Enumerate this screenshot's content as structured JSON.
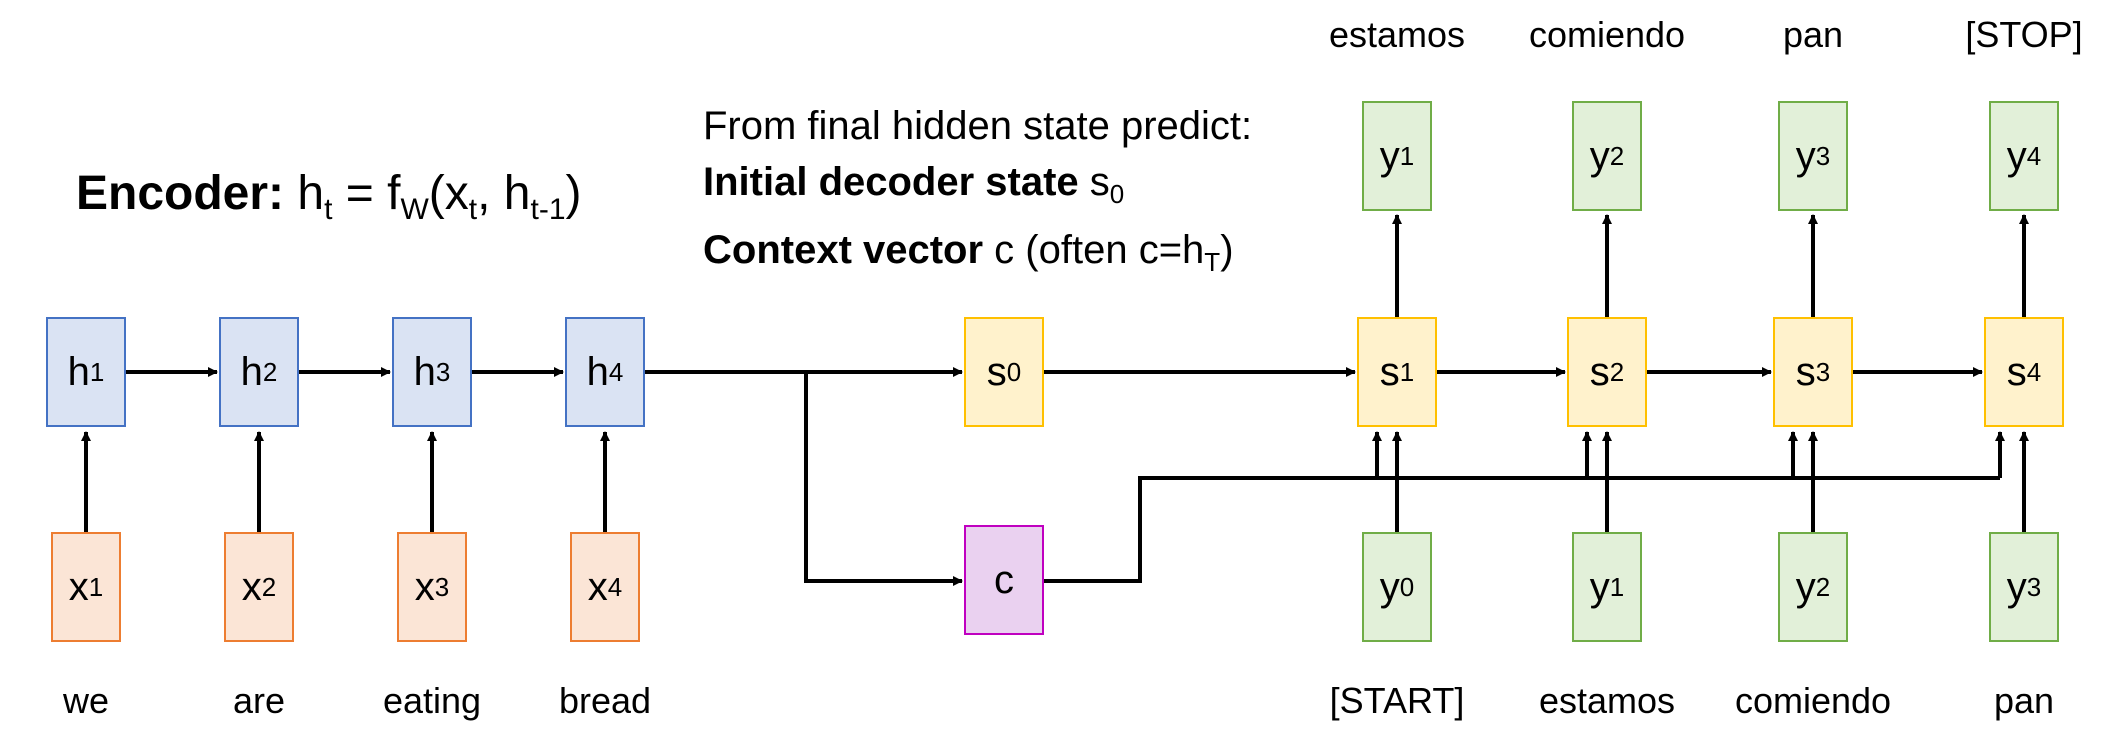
{
  "encoder_heading": {
    "label": "Encoder:",
    "eq_h": "h",
    "eq_h_sub": "t",
    "eq_mid": " = f",
    "eq_f_sub": "W",
    "eq_args": "(x",
    "eq_x_sub": "t",
    "eq_comma": ", h",
    "eq_prev_sub": "t-1",
    "eq_close": ")"
  },
  "note": {
    "line1": "From final hidden state predict:",
    "line2_bold": "Initial decoder state",
    "line2_var": " s",
    "line2_sub": "0",
    "line3_bold": "Context vector",
    "line3_pre": " c (often c=h",
    "line3_sub": "T",
    "line3_post": ")"
  },
  "encoder": {
    "hidden": [
      {
        "var": "h",
        "sub": "1"
      },
      {
        "var": "h",
        "sub": "2"
      },
      {
        "var": "h",
        "sub": "3"
      },
      {
        "var": "h",
        "sub": "4"
      }
    ],
    "inputs": [
      {
        "var": "x",
        "sub": "1"
      },
      {
        "var": "x",
        "sub": "2"
      },
      {
        "var": "x",
        "sub": "3"
      },
      {
        "var": "x",
        "sub": "4"
      }
    ],
    "words": [
      "we",
      "are",
      "eating",
      "bread"
    ]
  },
  "s0": {
    "var": "s",
    "sub": "0"
  },
  "context": {
    "var": "c"
  },
  "decoder": {
    "states": [
      {
        "var": "s",
        "sub": "1"
      },
      {
        "var": "s",
        "sub": "2"
      },
      {
        "var": "s",
        "sub": "3"
      },
      {
        "var": "s",
        "sub": "4"
      }
    ],
    "outputs": [
      {
        "var": "y",
        "sub": "1"
      },
      {
        "var": "y",
        "sub": "2"
      },
      {
        "var": "y",
        "sub": "3"
      },
      {
        "var": "y",
        "sub": "4"
      }
    ],
    "output_words": [
      "estamos",
      "comiendo",
      "pan",
      "[STOP]"
    ],
    "inputs": [
      {
        "var": "y",
        "sub": "0"
      },
      {
        "var": "y",
        "sub": "1"
      },
      {
        "var": "y",
        "sub": "2"
      },
      {
        "var": "y",
        "sub": "3"
      }
    ],
    "input_words": [
      "[START]",
      "estamos",
      "comiendo",
      "pan"
    ]
  },
  "colors": {
    "encoder_hidden": "#dae3f3",
    "encoder_input": "#fbe5d6",
    "decoder_state": "#fff2cc",
    "decoder_token": "#e2f0d9",
    "context": "#ead1f0"
  }
}
